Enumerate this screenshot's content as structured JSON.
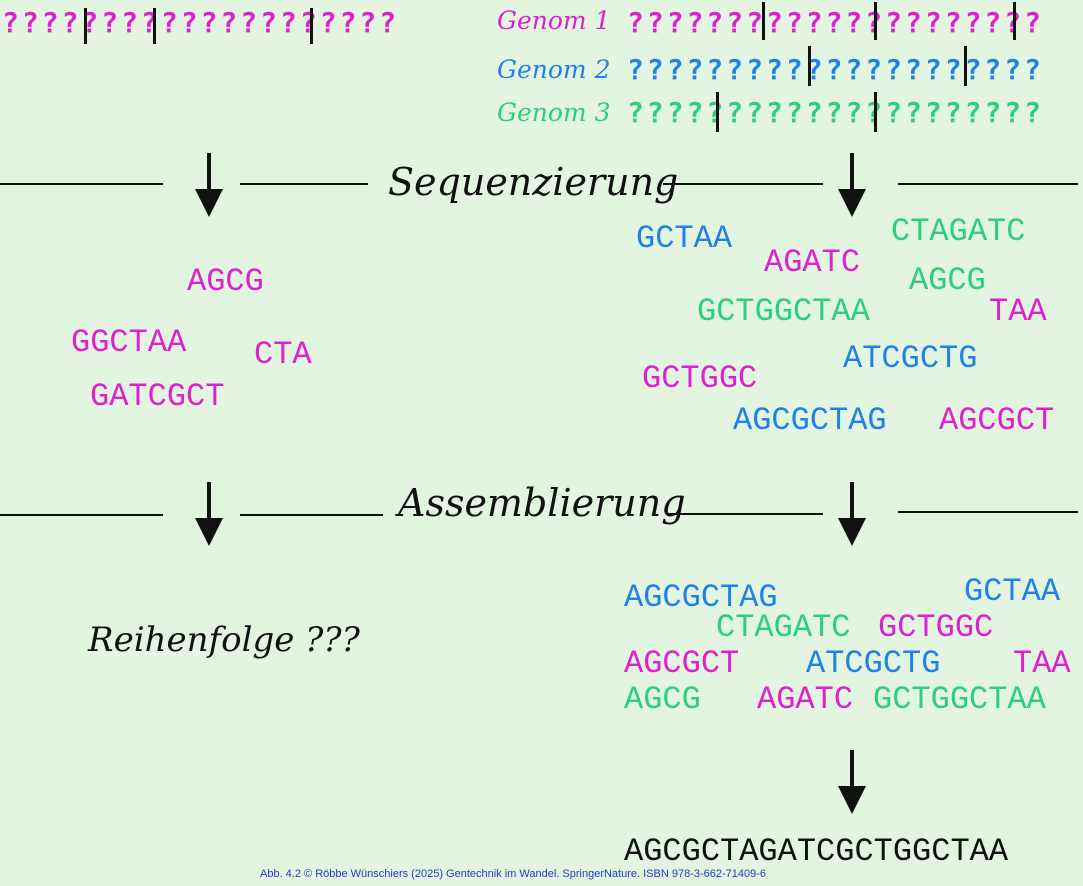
{
  "top_left_sequence": "????????????????????",
  "genomes": [
    {
      "label": "Genom 1",
      "sequence": "?????????????????????",
      "color": "#e020d0"
    },
    {
      "label": "Genom 2",
      "sequence": "?????????????????????",
      "color": "#1e82e6"
    },
    {
      "label": "Genom 3",
      "sequence": "?????????????????????",
      "color": "#2bcf7c"
    }
  ],
  "step1": "Sequenzierung",
  "step2": "Assemblierung",
  "left_reads": [
    "AGCG",
    "GGCTAA",
    "CTA",
    "GATCGCT"
  ],
  "right_reads": [
    "GCTAA",
    "AGATC",
    "CTAGATC",
    "AGCG",
    "GCTGGCTAA",
    "TAA",
    "GCTGGC",
    "ATCGCTG",
    "AGCGCTAG",
    "AGCGCT"
  ],
  "left_result": "Reihenfolge ???",
  "assembly": [
    "AGCGCTAG",
    "GCTAA",
    "CTAGATC",
    "GCTGGC",
    "AGCGCT",
    "ATCGCTG",
    "TAA",
    "AGCG",
    "AGATC",
    "GCTGGCTAA"
  ],
  "final_sequence": "AGCGCTAGATCGCTGGCTAA",
  "credit": "Abb. 4.2 © Röbbe Wünschiers (2025) Gentechnik im Wandel. SpringerNature. ISBN 978-3-662-71409-6",
  "colors": {
    "magenta": "#e020d0",
    "blue": "#1e82e6",
    "green": "#2bcf7c",
    "background": "#e3f4e1"
  }
}
